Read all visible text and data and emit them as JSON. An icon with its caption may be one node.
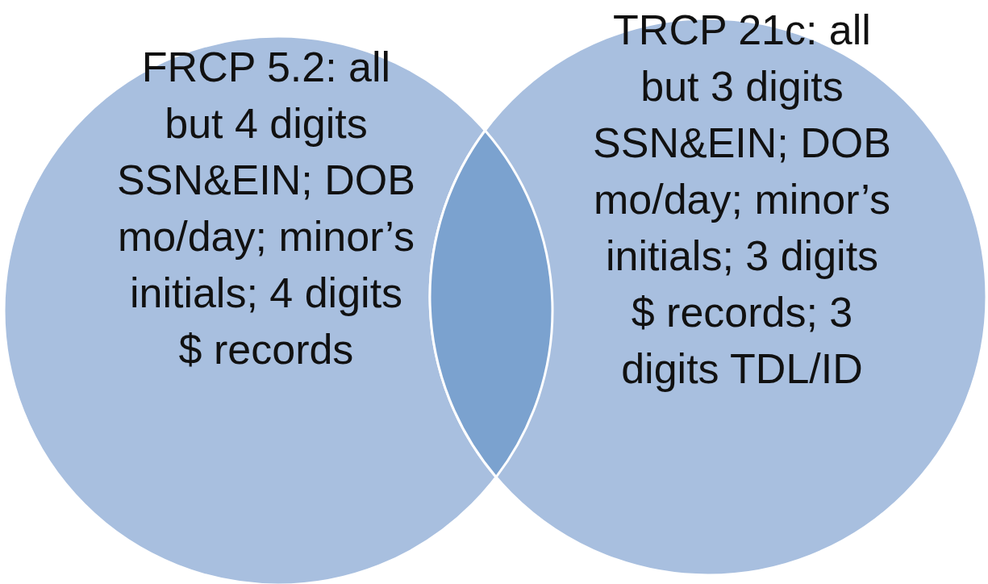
{
  "diagram": {
    "nodes": [
      {
        "text": [
          "FRCP 5.2: all but 4 digits SSN&EIN; DOB mo/day; minor’s initials; 4 digits $ records"
        ]
      },
      {
        "text": [
          "TRCP 21c: all but 3 digits SSN&EIN; DOB mo/day; minor’s initials; 3 digits $ records; 3 digits TDL/ID"
        ]
      },
      {
        "text": [],
        "shape": "lens"
      }
    ]
  }
}
